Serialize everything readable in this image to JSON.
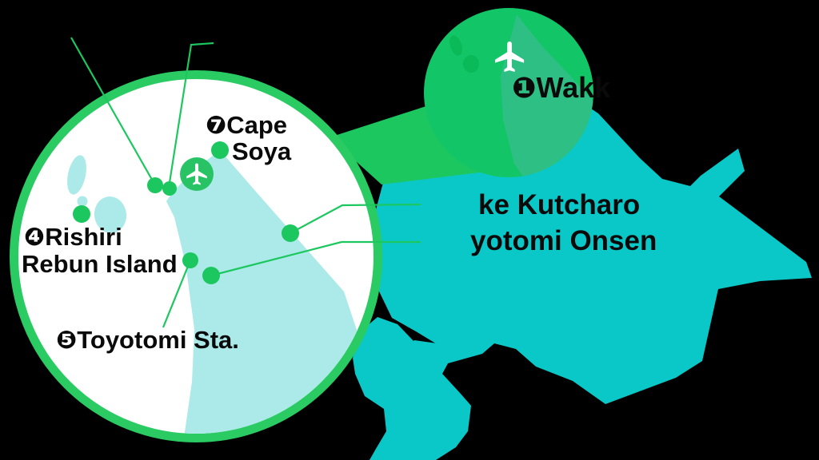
{
  "background_color": "#000000",
  "palette": {
    "island_teal": "#0bc8c8",
    "magnifier_land_pale": "#aceaea",
    "brand_green": "#1cc75f",
    "magnifier_border_green": "#2bcb63",
    "zoom_circle_green": "#12c566",
    "zoom_peninsula_green": "#2ebf85",
    "zoom_islands_dark_green": "#0ab957",
    "airport_badge_green": "#28c365",
    "lake_blob_teal": "#38d2d6",
    "label_text": "#0a0a0a",
    "plane_white": "#ffffff"
  },
  "main_map": {
    "labels": {
      "wakkanai": {
        "text": "❶Wakk"
      },
      "lake_kutcharo": {
        "text": "ke Kutcharo"
      },
      "toyotomi_onsen": {
        "text": "yotomi Onsen"
      }
    }
  },
  "magnifier": {
    "labels": {
      "cape_soya": {
        "line1": "❼Cape",
        "line2": "Soya"
      },
      "rishiri_rebun": {
        "line1": "❹Rishiri",
        "line2": "Rebun Island"
      },
      "toyotomi_station": {
        "text": "❺Toyotomi Sta."
      }
    }
  }
}
